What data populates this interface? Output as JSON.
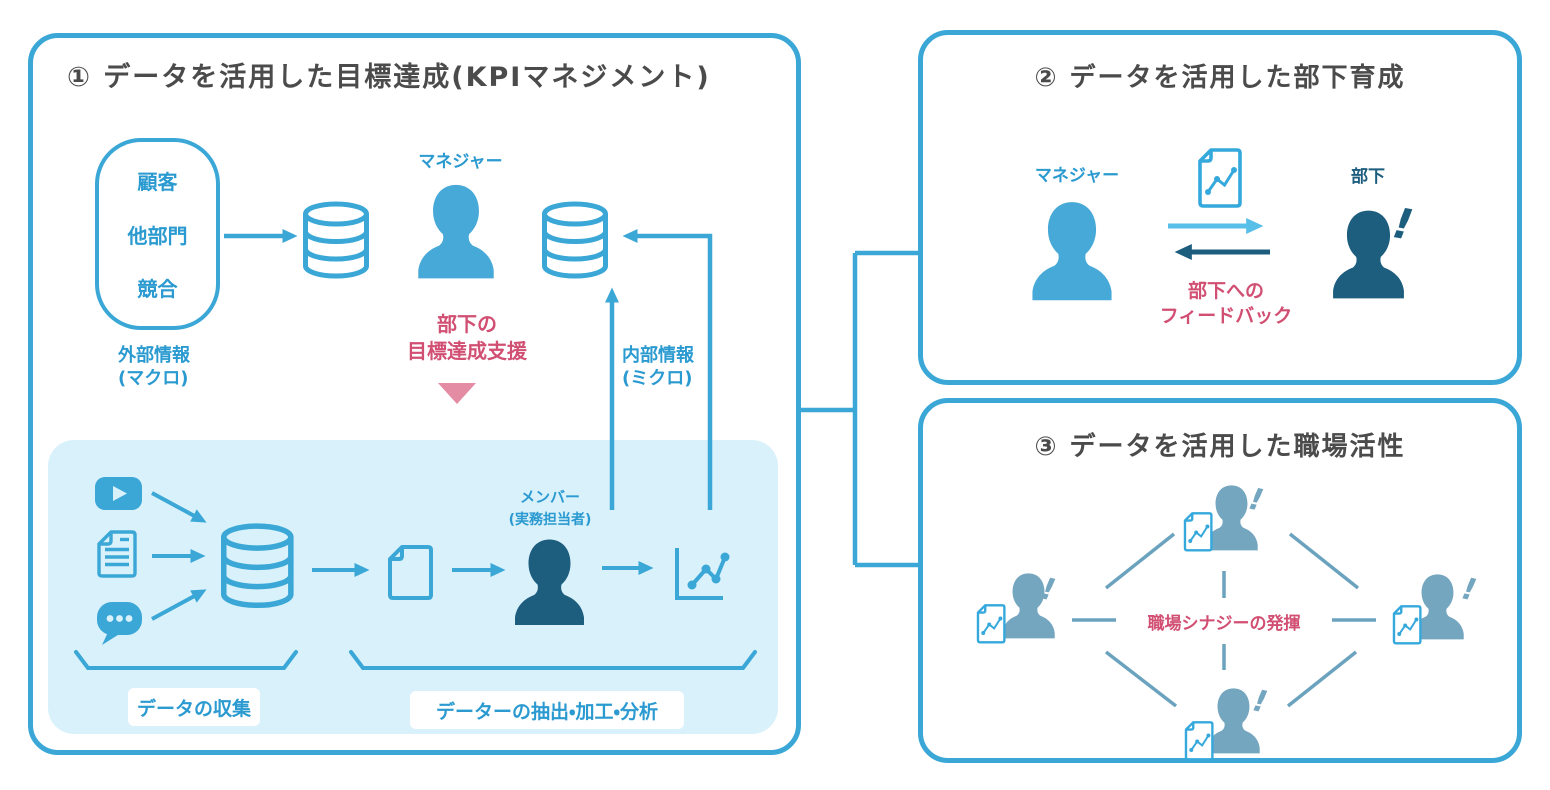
{
  "colors": {
    "accent_blue": "#3aa7d6",
    "icon_blue": "#47a9d8",
    "arrow_light_blue": "#58bfe9",
    "dark_teal": "#1d5d7e",
    "muted_person_blue": "#74a6c0",
    "pink_text": "#d14f72",
    "pink_triangle": "#e38ca4",
    "title_gray": "#4b4b4b",
    "panel_background": "#d9f1fb",
    "label_blue": "#2b9ad0"
  },
  "panel1": {
    "title": "① データを活用した目標達成(KPIマネジメント)",
    "external_box": {
      "items": [
        "顧客",
        "他部門",
        "競合"
      ],
      "label_lines": [
        "外部情報",
        "(マクロ)"
      ]
    },
    "manager_label": "マネジャー",
    "support_lines": [
      "部下の",
      "目標達成支援"
    ],
    "internal_label_lines": [
      "内部情報",
      "(ミクロ)"
    ],
    "member_label_lines": [
      "メンバー",
      "(実務担当者)"
    ],
    "collect_label": "データの収集",
    "process_label": "データーの抽出・加工・分析"
  },
  "panel2": {
    "title": "② データを活用した部下育成",
    "manager_label": "マネジャー",
    "subordinate_label": "部下",
    "feedback_lines": [
      "部下への",
      "フィードバック"
    ],
    "alert": "!"
  },
  "panel3": {
    "title": "③ データを活用した職場活性",
    "synergy_label": "職場シナジーの発揮",
    "alert": "!"
  }
}
